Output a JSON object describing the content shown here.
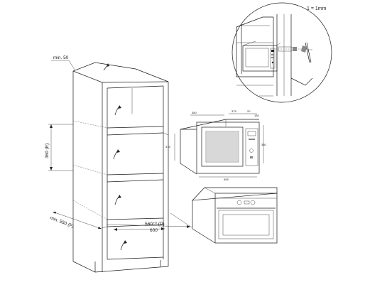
{
  "labels": {
    "scale": "1 = 1mm",
    "min_50": "min. 50",
    "height_360": "360 (E)",
    "depth_min550": "min. 550 (F)",
    "dim_560": "560⁺⁰ (D)",
    "dim_600": "600",
    "oven_w_top": "380",
    "oven_top_a": "375",
    "oven_top_b": "20",
    "oven_top_c": "150",
    "oven_h": "375",
    "oven_side": "380",
    "oven_bottom": "595"
  },
  "colors": {
    "line": "#1a1a1a",
    "shade": "#d8d8d8",
    "background": "#ffffff"
  }
}
